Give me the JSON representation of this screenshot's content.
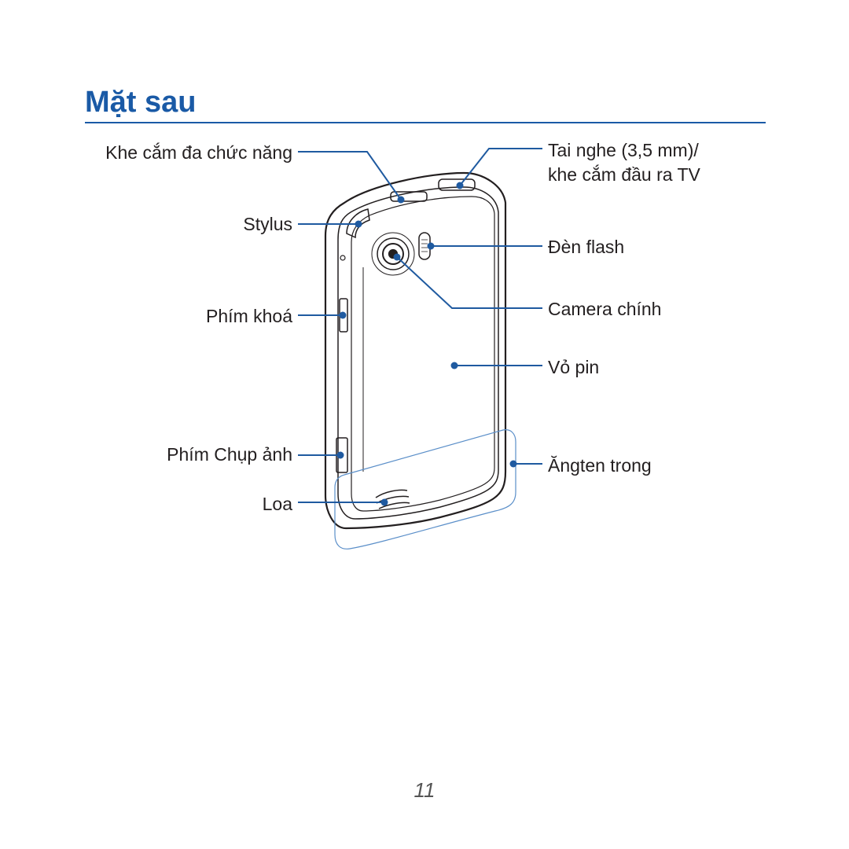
{
  "page": {
    "title": "Mặt sau",
    "page_number": "11"
  },
  "labels": {
    "multifunction_jack": "Khe cắm đa chức năng",
    "stylus": "Stylus",
    "lock_key": "Phím khoá",
    "camera_key": "Phím Chụp ảnh",
    "speaker": "Loa",
    "headset_line1": "Tai nghe (3,5 mm)/",
    "headset_line2": "khe cắm đầu ra TV",
    "flash": "Đèn flash",
    "rear_camera": "Camera chính",
    "battery_cover": "Vỏ pin",
    "internal_antenna": "Ăngten trong"
  },
  "colors": {
    "accent": "#1a5aa6",
    "callout": "#1f5aa0",
    "device_outline": "#231f20",
    "antenna_area": "#5b8fc9"
  }
}
